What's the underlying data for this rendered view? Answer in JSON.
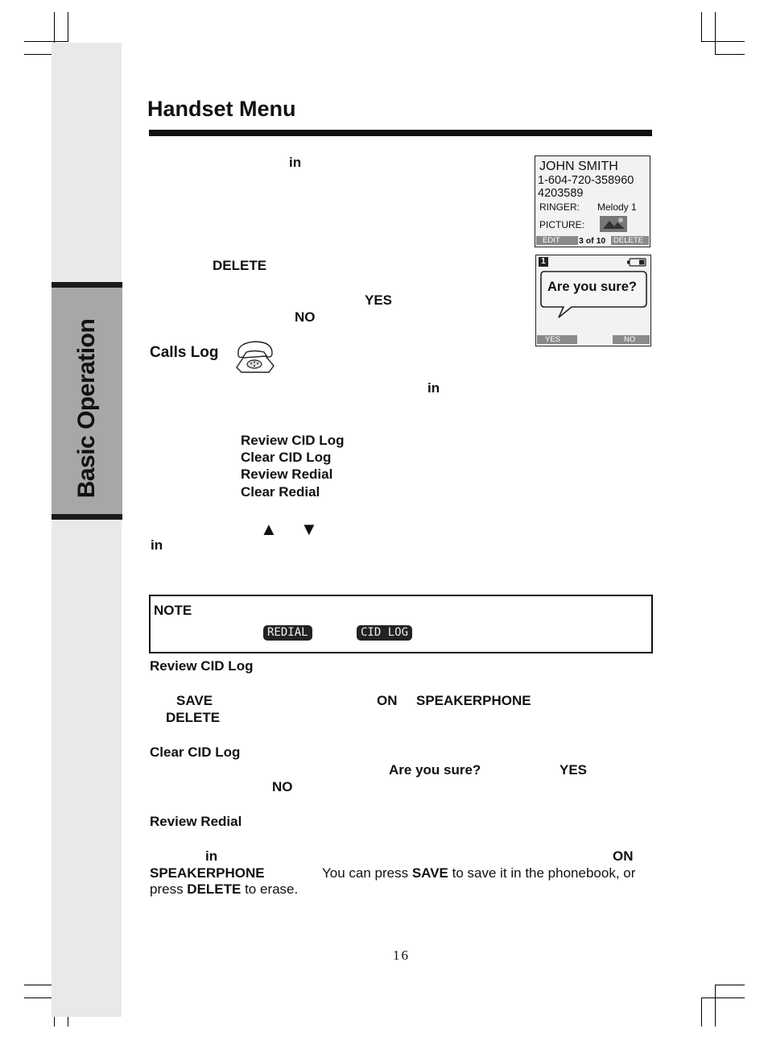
{
  "page_title": "Handset  Menu",
  "side_tab": "Basic Operation",
  "lcd_contact": {
    "name": "JOHN SMITH",
    "number1": "1-604-720-358960",
    "number2": "4203589",
    "ringer_label": "RINGER:",
    "ringer_value": "Melody 1",
    "picture_label": "PICTURE:",
    "soft_left": "EDIT",
    "counter": "3 of 10",
    "soft_right": "DELETE"
  },
  "lcd_confirm": {
    "handset_no": "1",
    "bubble": "Are you sure?",
    "soft_left": "YES",
    "soft_right": "NO"
  },
  "fragments": {
    "in_1": "in",
    "delete_1": "DELETE",
    "yes_1": "YES",
    "no_1": "NO",
    "in_2": "in",
    "in_3": "in"
  },
  "calls_log": {
    "heading": "Calls Log",
    "menu": [
      "Review CID Log",
      "Clear CID Log",
      "Review Redial",
      "Clear Redial"
    ],
    "up_arrow": "▲",
    "down_arrow": "▼"
  },
  "note": {
    "label": "NOTE",
    "badge1": "REDIAL",
    "badge2": "CID LOG"
  },
  "review_cid": {
    "heading": "Review  CID  Log",
    "save": "SAVE",
    "on": "ON",
    "speakerphone": "SPEAKERPHONE",
    "delete": "DELETE"
  },
  "clear_cid": {
    "heading": "Clear CID Log",
    "are_you_sure": "Are  you  sure?",
    "yes": "YES",
    "no": "NO"
  },
  "review_redial": {
    "heading": "Review Redial",
    "in": "in",
    "on": "ON",
    "speakerphone": "SPEAKERPHONE",
    "text1_pre": "You can press ",
    "text1_save": "SAVE",
    "text1_post": " to save it in the phonebook, or",
    "text2_pre": "press ",
    "text2_delete": "DELETE",
    "text2_post": " to erase."
  },
  "page_number": "16"
}
